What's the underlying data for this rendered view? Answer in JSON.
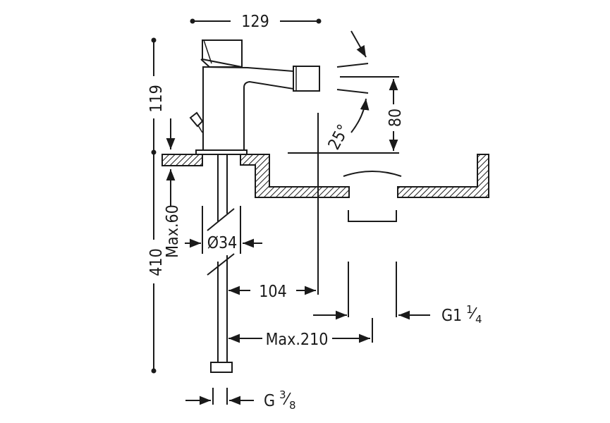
{
  "dimensions": {
    "top_width": "129",
    "faucet_height": "119",
    "max_thickness": "Max.60",
    "total_height": "410",
    "hole_diameter": "Ø34",
    "spout_height": "80",
    "spout_angle": "25°",
    "reach": "104",
    "max_reach": "Max.210",
    "drain_thread_main": "G1",
    "drain_thread_frac_num": "1",
    "drain_thread_frac_den": "4",
    "supply_thread_main": "G",
    "supply_thread_frac_num": "3",
    "supply_thread_frac_den": "8"
  },
  "colors": {
    "line": "#1a1a1a",
    "background": "#ffffff"
  }
}
